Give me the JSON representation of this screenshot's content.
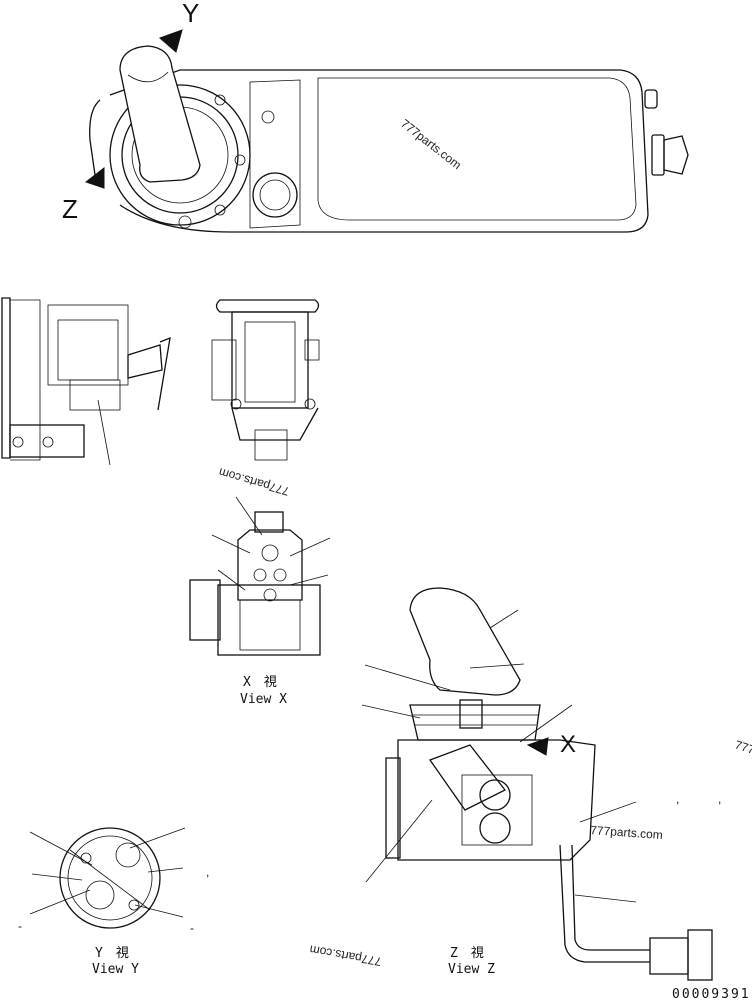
{
  "labels": {
    "letter_y": "Y",
    "letter_z": "Z",
    "letter_x": "X"
  },
  "captions": {
    "view_x_jp": "X　視",
    "view_x_en": "View X",
    "view_y_jp": "Y　視",
    "view_y_en": "View Y",
    "view_z_jp": "Z　視",
    "view_z_en": "View Z"
  },
  "watermarks": {
    "main": "777parts.com",
    "secondary": "777parts.com",
    "edge": "777pa"
  },
  "drawing_number": "00009391",
  "stray_marks": {
    "comma": ",",
    "dash": "-"
  }
}
